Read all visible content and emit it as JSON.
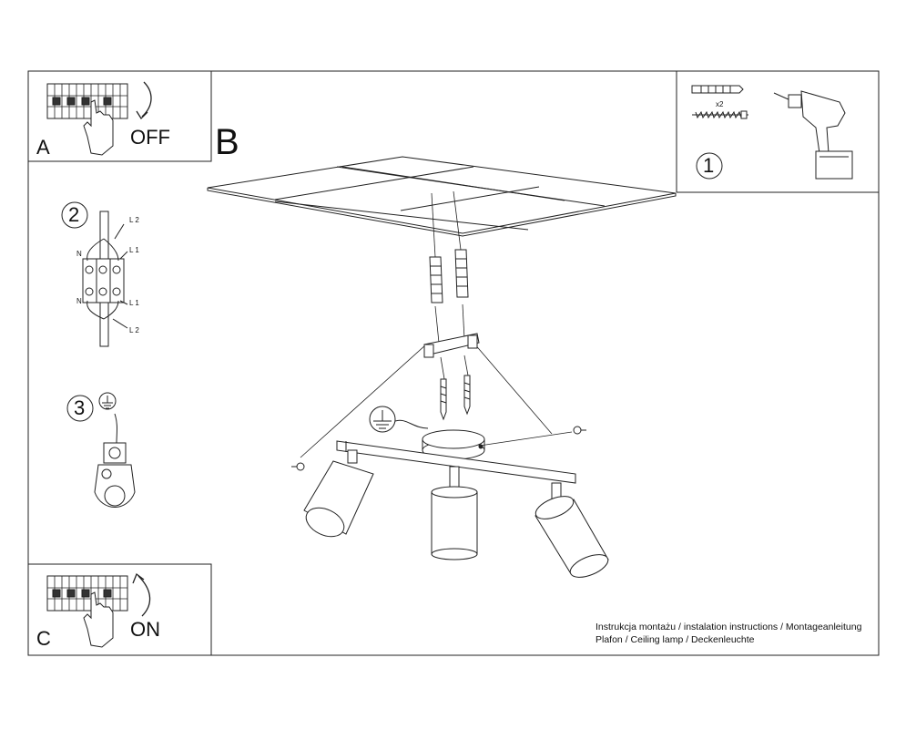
{
  "panels": {
    "a": {
      "letter": "A",
      "state": "OFF"
    },
    "b": {
      "letter": "B"
    },
    "c": {
      "letter": "C",
      "state": "ON"
    }
  },
  "steps": {
    "one": "1",
    "two": "2",
    "three": "3"
  },
  "tools": {
    "anchor_count": "x2"
  },
  "wiring": {
    "l2_top": "L 2",
    "l1_top": "L 1",
    "n_top": "N",
    "n_bottom": "N",
    "l1_bottom": "L 1",
    "l2_bottom": "L 2"
  },
  "footer": {
    "line1": "Instrukcja montażu / instalation instructions / Montageanleitung",
    "line2": "Plafon / Ceiling lamp / Deckenleuchte"
  }
}
